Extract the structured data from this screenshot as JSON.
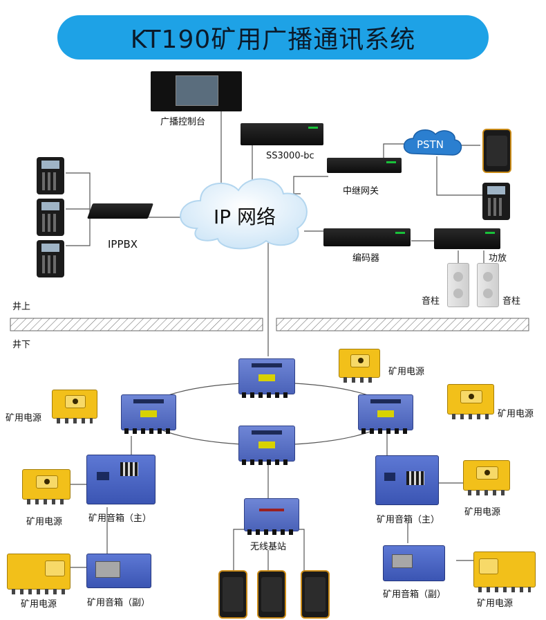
{
  "title": "KT190矿用广播通讯系统",
  "labels": {
    "console": "广播控制台",
    "server": "SS3000-bc",
    "pstn": "PSTN",
    "relay_gateway": "中继网关",
    "ip_network": "IP 网络",
    "ippbx": "IPPBX",
    "encoder": "编码器",
    "amplifier": "功放",
    "column_left": "音柱",
    "column_right": "音柱",
    "above_ground": "井上",
    "below_ground": "井下",
    "power_top_right": "矿用电源",
    "power_left": "矿用电源",
    "power_right": "矿用电源",
    "power_mid_left": "矿用电源",
    "power_mid_right": "矿用电源",
    "power_bottom_left": "矿用电源",
    "power_bottom_right": "矿用电源",
    "speaker_main_left": "矿用音箱（主）",
    "speaker_main_right": "矿用音箱（主）",
    "speaker_sub_left": "矿用音箱（副）",
    "speaker_sub_right": "矿用音箱（副）",
    "wireless_base": "无线基站"
  },
  "colors": {
    "title_bg": "#1ea2e6",
    "junction_box": "#5a72c8",
    "power_supply": "#f2c01a",
    "line": "#555555"
  }
}
